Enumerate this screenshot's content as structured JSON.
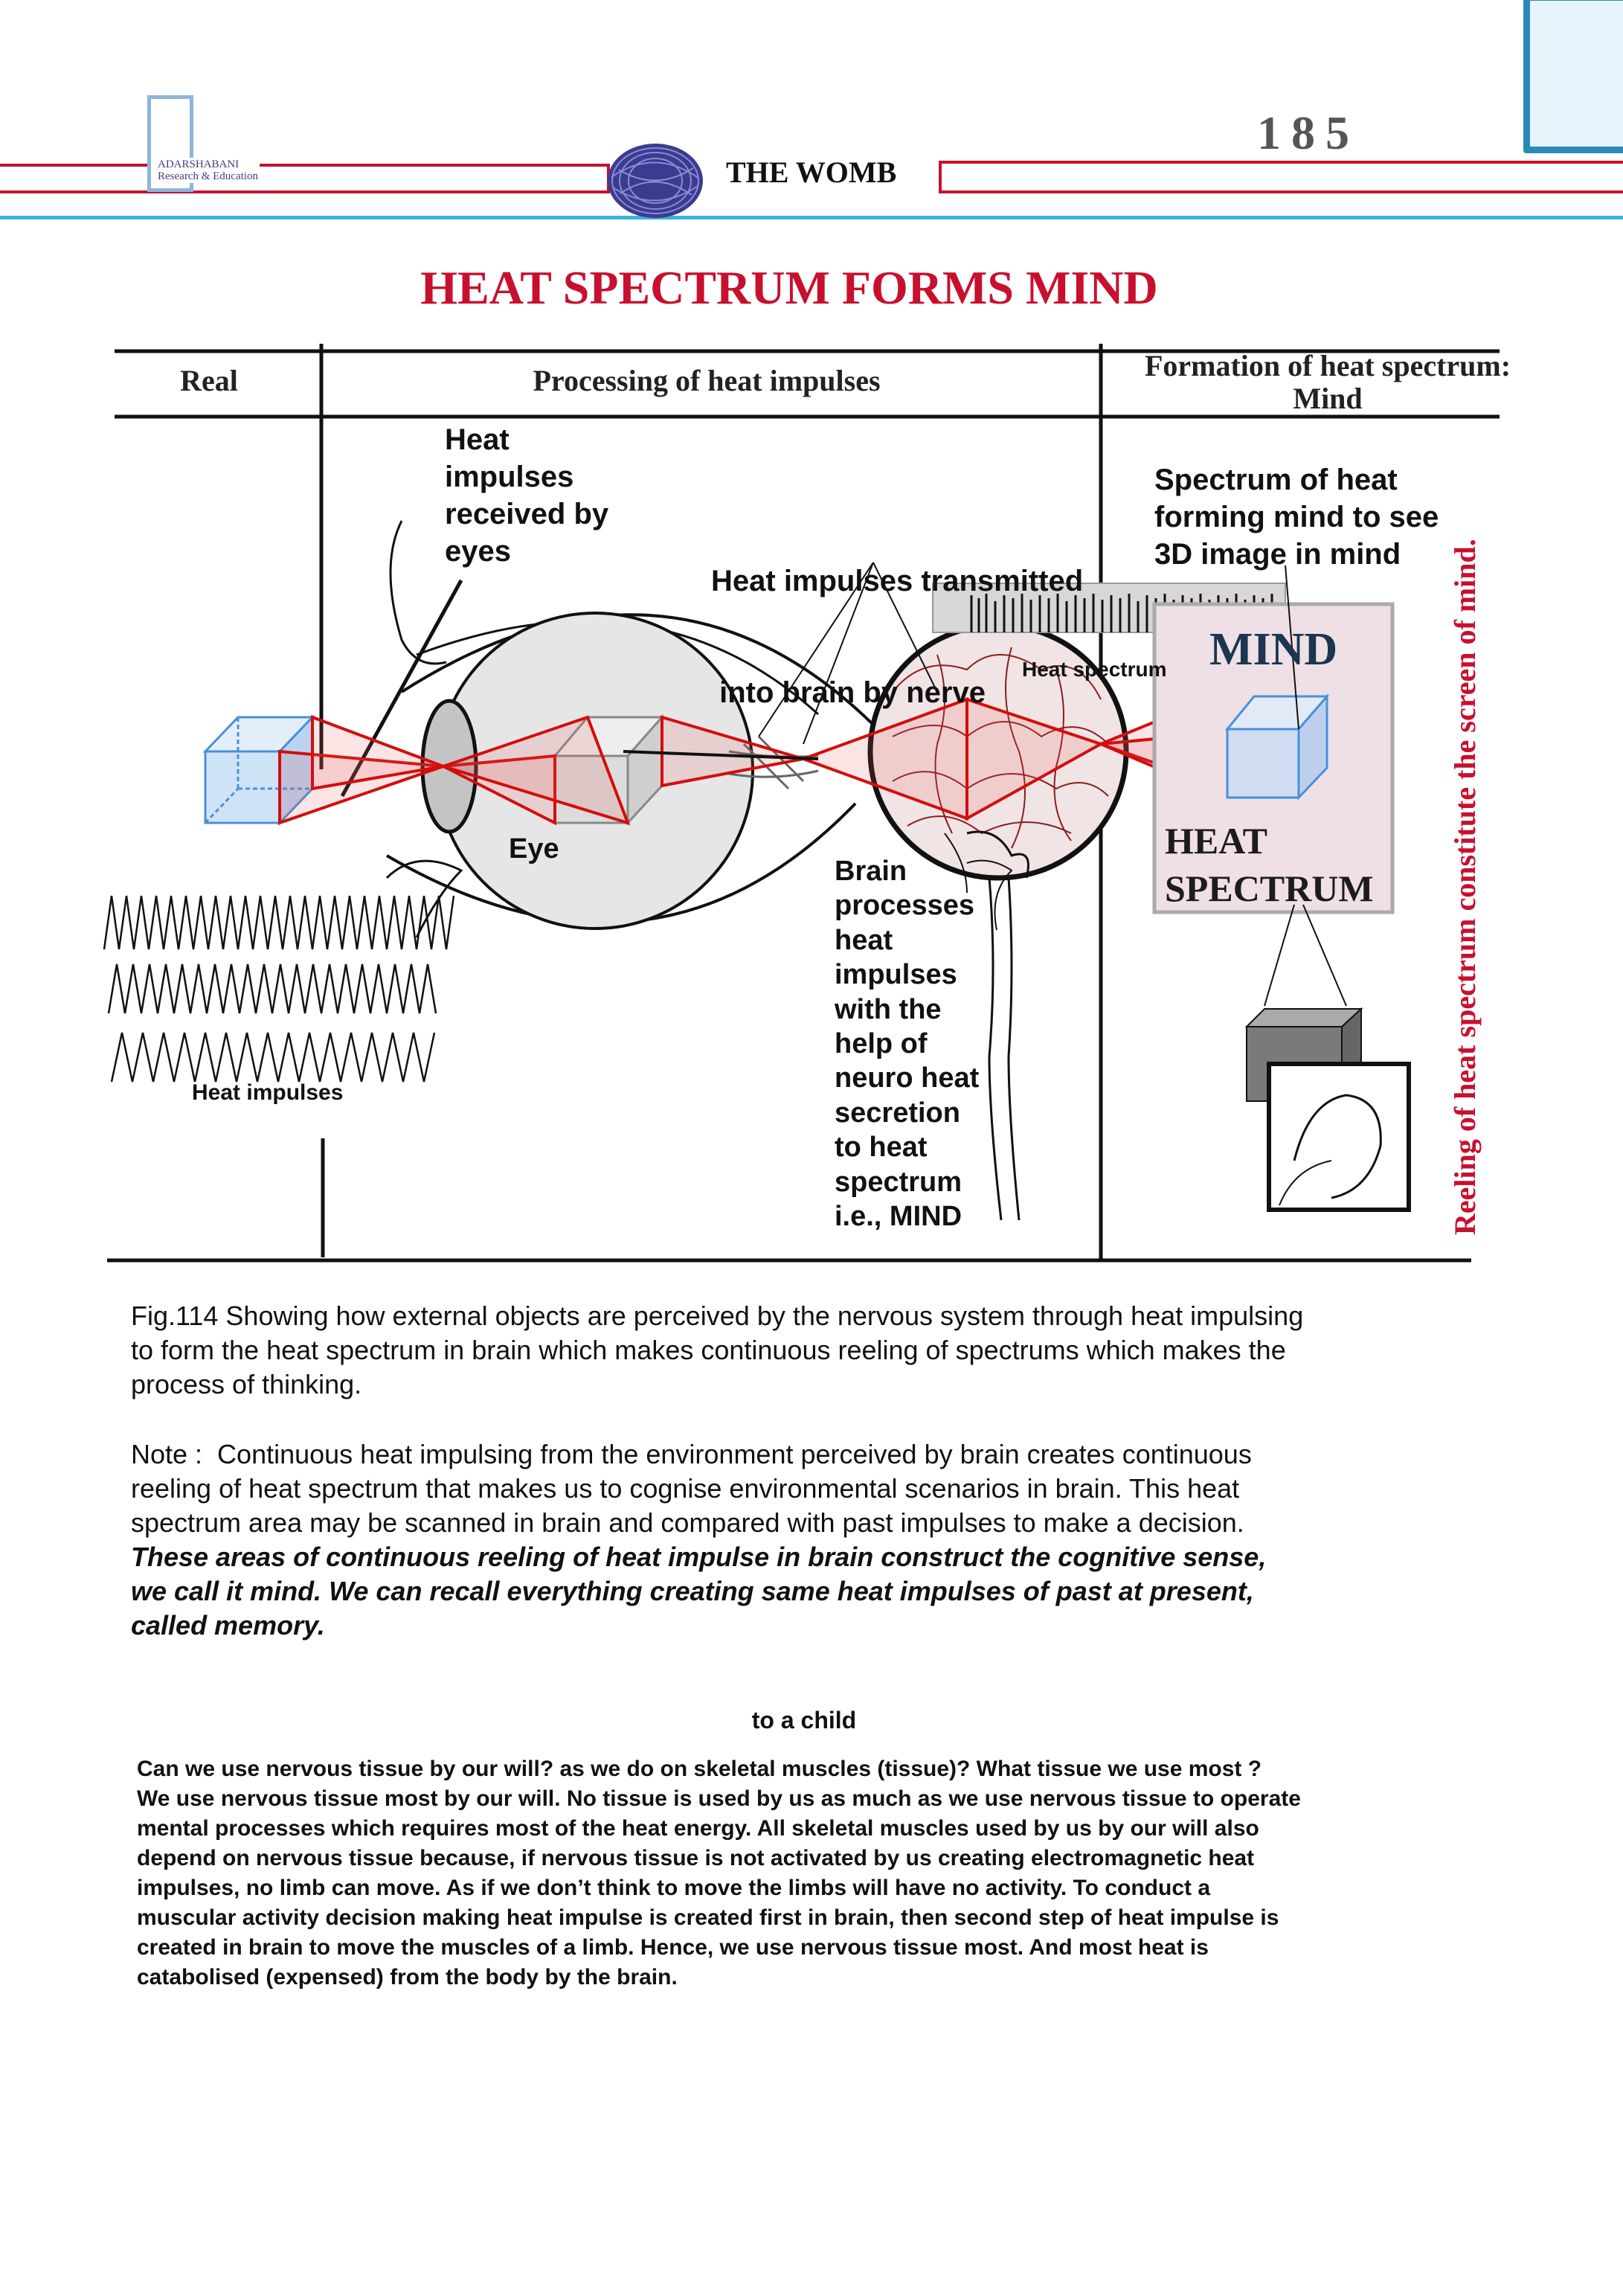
{
  "header": {
    "page_number": "185",
    "logo_line1": "ADARSHABANI",
    "logo_line2": "Research & Education",
    "running_title": "THE WOMB"
  },
  "figure": {
    "title": "HEAT SPECTRUM FORMS MIND",
    "columns": {
      "real": "Real",
      "processing": "Processing of heat impulses",
      "formation_line1": "Formation of heat spectrum:",
      "formation_line2": "Mind"
    },
    "labels": {
      "received_by_eyes": [
        "Heat",
        "impulses",
        "received by",
        "eyes"
      ],
      "transmitted": [
        "Heat impulses transmitted",
        " into brain by nerve"
      ],
      "spectrum_forming": [
        "Spectrum of heat",
        "forming mind to see",
        "3D image in mind"
      ],
      "heat_spectrum_small": "Heat spectrum",
      "mind": "MIND",
      "heat_spectrum_big": [
        "HEAT",
        "SPECTRUM"
      ],
      "eye": "Eye",
      "brain_processes": [
        "Brain",
        "processes",
        "heat",
        "impulses",
        "with the",
        "help of",
        "neuro heat",
        "secretion",
        "to heat",
        "spectrum",
        "i.e., MIND"
      ],
      "heat_impulses": "Heat impulses",
      "vertical_caption": "Reeling of heat spectrum constitute the screen of mind."
    },
    "caption": [
      "Fig.114 Showing how external objects are perceived by the nervous system through heat impulsing",
      "to form the heat spectrum in brain which makes continuous reeling of spectrums which makes the",
      "process of thinking."
    ]
  },
  "note": {
    "lines": [
      "Note :  Continuous heat impulsing from the environment perceived by brain creates continuous",
      "reeling of heat spectrum that makes us to cognise environmental scenarios in brain. This heat",
      "spectrum area may be scanned in brain and compared with past impulses to make a decision."
    ],
    "emphasis_lines": [
      "These areas of continuous reeling of heat impulse in brain construct the cognitive sense,",
      "we call it mind. We can recall everything creating same heat impulses of past at present,",
      "called memory."
    ]
  },
  "child_section": {
    "heading": "to a child",
    "lines": [
      "Can we use nervous tissue by our will? as we do on skeletal muscles (tissue)?  What tissue we use most ?",
      "We use nervous tissue most by our will. No tissue is used by us as much as we use nervous tissue to operate",
      "mental processes which requires most of the heat energy. All skeletal muscles used by us by our will also",
      "depend on nervous tissue because, if  nervous tissue is not activated by us creating electromagnetic heat",
      "impulses, no limb can move. As if  we don’t think to move the limbs will have no activity. To conduct a",
      "muscular activity decision making heat impulse is created first in brain, then second step of heat impulse is",
      "created in brain to move the muscles of  a limb. Hence, we use nervous tissue most. And most heat is",
      "catabolised (expensed) from the body by the brain."
    ]
  },
  "colors": {
    "accent_red": "#c8102e",
    "accent_blue": "#35b3e0",
    "cube_blue": "#4a90d9",
    "mind_navy": "#1c3550"
  }
}
